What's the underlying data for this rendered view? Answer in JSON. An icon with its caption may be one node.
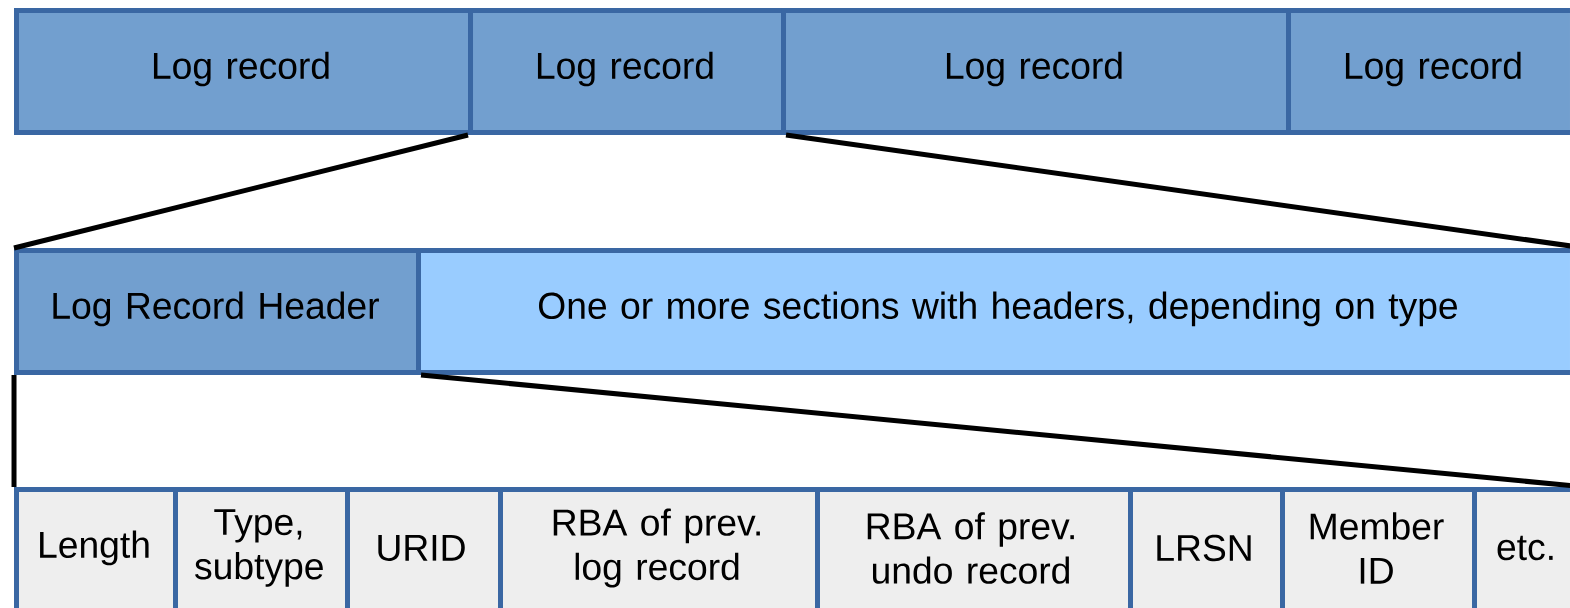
{
  "diagram": {
    "nodes": [
      {
        "text": [
          "Log record"
        ]
      },
      {
        "text": [
          "Log record"
        ]
      },
      {
        "text": [
          "Log record"
        ]
      },
      {
        "text": [
          "Log record"
        ]
      },
      {
        "text": [
          "Log Record Header"
        ]
      },
      {
        "text": [
          "One or more sections with headers, depending on type"
        ]
      },
      {
        "text": [
          "Length"
        ]
      },
      {
        "text": [
          "Type, subtype"
        ]
      },
      {
        "text": [
          "URID"
        ]
      },
      {
        "text": [
          "RBA of prev. log record"
        ]
      },
      {
        "text": [
          "RBA of prev. undo record"
        ]
      },
      {
        "text": [
          "LRSN"
        ]
      },
      {
        "text": [
          "Member ID"
        ]
      },
      {
        "text": [
          "etc."
        ]
      }
    ],
    "edges": [
      {
        "from": 1,
        "to": 4,
        "arrow": "none"
      },
      {
        "from": 1,
        "to": 5,
        "arrow": "none"
      },
      {
        "from": 4,
        "to": 6,
        "arrow": "none"
      },
      {
        "from": 4,
        "to": 13,
        "arrow": "none"
      }
    ]
  }
}
